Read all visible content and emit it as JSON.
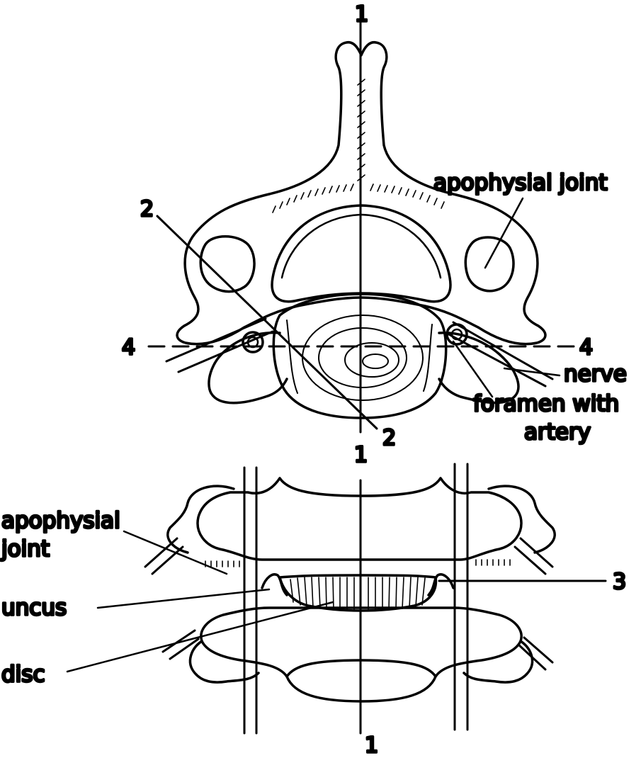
{
  "labels": {
    "line_1_top": "1",
    "line_1_mid": "1",
    "line_1_bottom": "1",
    "line_2_top": "2",
    "line_2_bottom": "2",
    "line_3": "3",
    "line_4_left": "4",
    "line_4_right": "4",
    "apophysial_joint_top": "apophysial joint",
    "nerve": "nerve",
    "foramen_line1": "foramen with",
    "foramen_line2": "artery",
    "apophysial_joint_bottom_line1": "apophysial",
    "apophysial_joint_bottom_line2": "joint",
    "uncus": "uncus",
    "disc": "disc"
  },
  "colors": {
    "ink": "#000000",
    "paper": "#ffffff"
  }
}
